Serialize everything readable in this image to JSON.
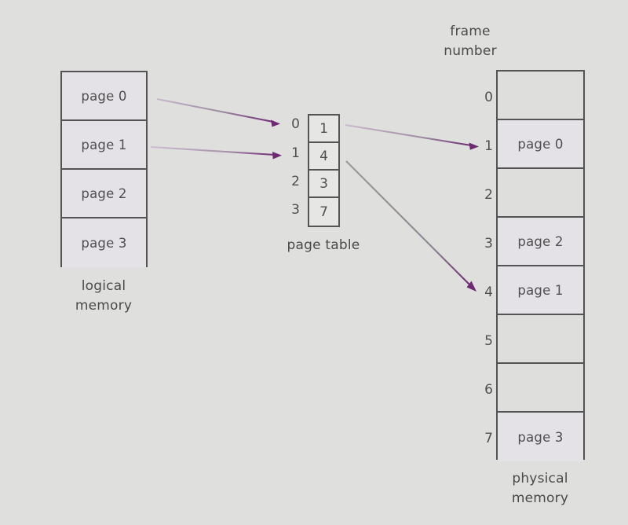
{
  "diagram": {
    "title_logical": "logical\nmemory",
    "title_page_table": "page table",
    "title_physical": "physical\nmemory",
    "title_frame_number": "frame\nnumber",
    "accent_arrow_color": "#6d2a73",
    "arrow_line_color": "#b9a8bd",
    "arrow_line_color_dark": "#8a8a8a",
    "background_color": "#dfdfdd",
    "border_color": "#545454",
    "text_color": "#4f4f4f",
    "filled_cell_color": "#e4e2e7",
    "empty_cell_color": "#dededc"
  },
  "logical_memory": {
    "label": "logical\nmemory",
    "rows": [
      {
        "text": "page 0"
      },
      {
        "text": "page 1"
      },
      {
        "text": "page 2"
      },
      {
        "text": "page 3"
      }
    ]
  },
  "page_table": {
    "label": "page table",
    "entries": [
      {
        "index": "0",
        "frame": "1"
      },
      {
        "index": "1",
        "frame": "4"
      },
      {
        "index": "2",
        "frame": "3"
      },
      {
        "index": "3",
        "frame": "7"
      }
    ]
  },
  "physical_memory": {
    "label": "physical\nmemory",
    "header": "frame\nnumber",
    "frames": [
      {
        "number": "0",
        "content": ""
      },
      {
        "number": "1",
        "content": "page 0"
      },
      {
        "number": "2",
        "content": ""
      },
      {
        "number": "3",
        "content": "page 2"
      },
      {
        "number": "4",
        "content": "page 1"
      },
      {
        "number": "5",
        "content": ""
      },
      {
        "number": "6",
        "content": ""
      },
      {
        "number": "7",
        "content": "page 3"
      }
    ]
  },
  "mappings": [
    {
      "from": "page 0",
      "to": "page table entry 0"
    },
    {
      "from": "page 1",
      "to": "page table entry 1"
    },
    {
      "from": "page table entry 0 value 1",
      "to": "frame 1"
    },
    {
      "from": "page table entry 1 value 4",
      "to": "frame 4"
    }
  ]
}
